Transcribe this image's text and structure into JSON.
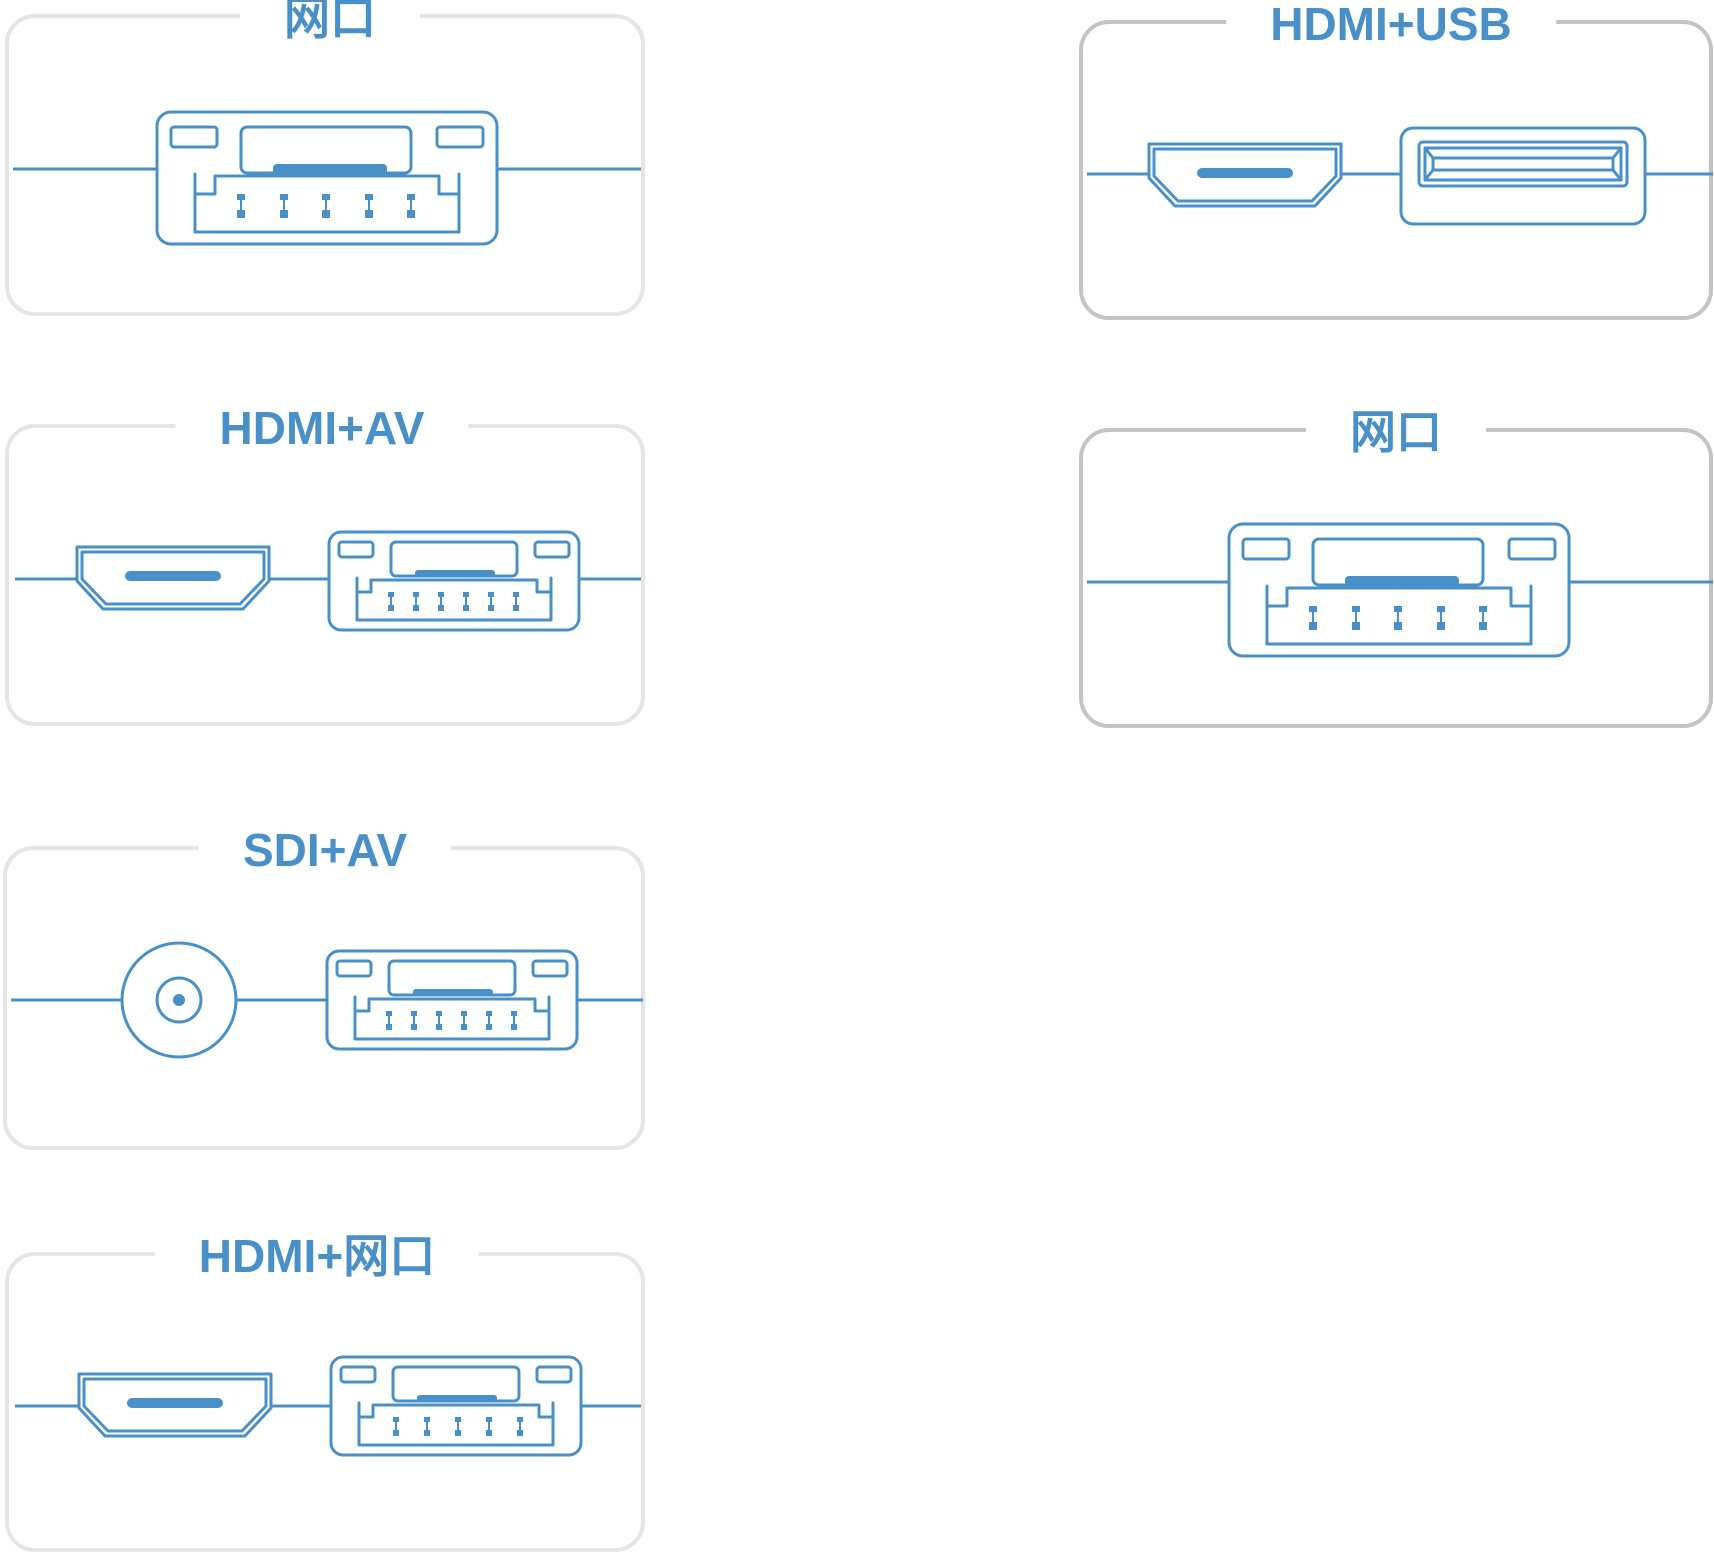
{
  "cards": [
    {
      "id": "card-1",
      "title": "网口",
      "connectors": [
        "ethernet"
      ]
    },
    {
      "id": "card-2",
      "title": "HDMI+AV",
      "connectors": [
        "hdmi",
        "ethernet"
      ]
    },
    {
      "id": "card-3",
      "title": "SDI+AV",
      "connectors": [
        "sdi",
        "ethernet"
      ]
    },
    {
      "id": "card-4",
      "title": "HDMI+网口",
      "connectors": [
        "hdmi",
        "ethernet"
      ]
    },
    {
      "id": "card-5",
      "title": "HDMI+USB",
      "connectors": [
        "hdmi",
        "usb"
      ]
    },
    {
      "id": "card-6",
      "title": "网口",
      "connectors": [
        "ethernet"
      ]
    }
  ],
  "colors": {
    "accent": "#4a90c8",
    "card_border": "#e6e4e4",
    "card_border_dark": "#c4c4c4",
    "background": "#ffffff"
  },
  "icons": [
    "ethernet-port-icon",
    "hdmi-port-icon",
    "sdi-port-icon",
    "usb-port-icon"
  ]
}
